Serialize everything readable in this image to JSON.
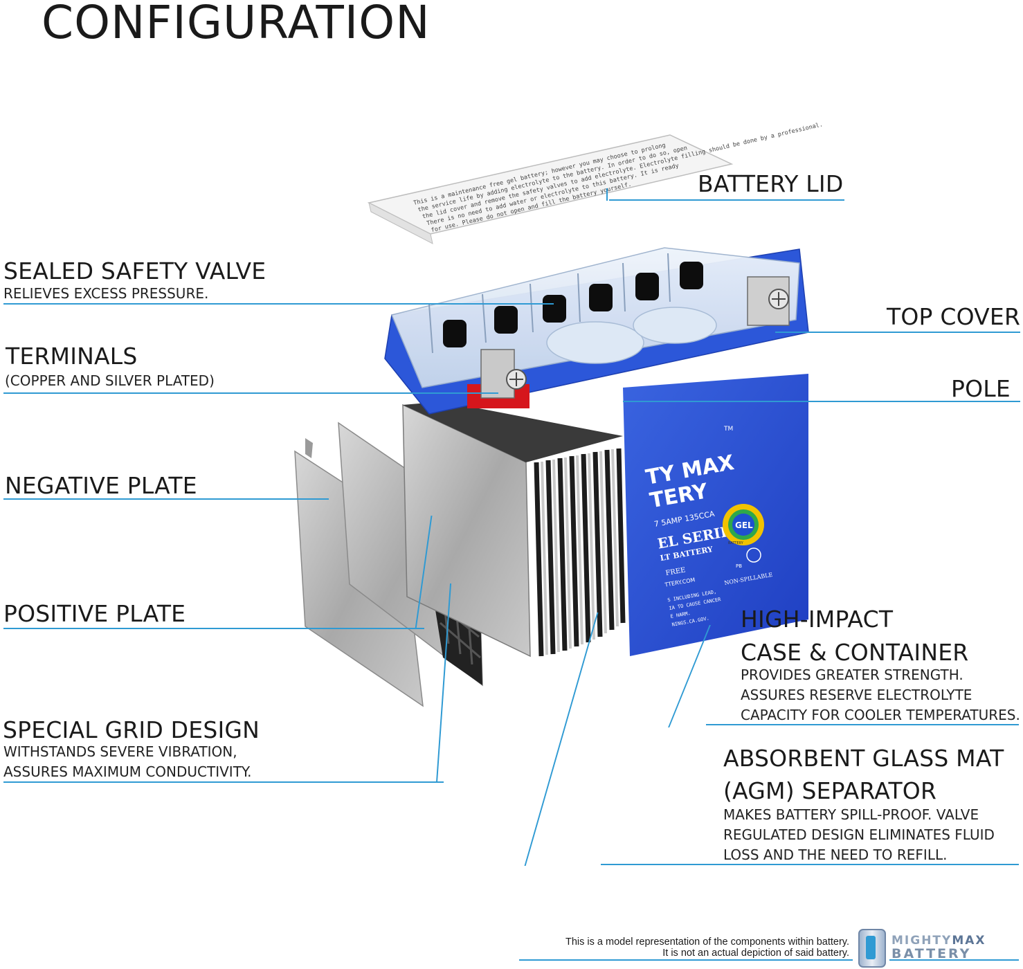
{
  "title": "CONFIGURATION",
  "lid_text": [
    "This is a maintenance free gel battery; however you may choose to prolong",
    "the service life by adding electrolyte to the battery. In order to do so, open",
    "the lid cover and remove the safety valves to add electrolyte. Electrolyte filling should be done by a professional.",
    "There is no need to add water or electrolyte to this battery. It is ready",
    "for use. Please do not open and fill the battery yourself."
  ],
  "labels": {
    "battery_lid": "BATTERY LID",
    "sealed_valve": "SEALED SAFETY VALVE",
    "sealed_valve_sub": "RELIEVES EXCESS PRESSURE.",
    "top_cover": "TOP COVER",
    "terminals": "TERMINALS",
    "terminals_sub": "(COPPER AND SILVER PLATED)",
    "pole": "POLE",
    "negative_plate": "NEGATIVE PLATE",
    "positive_plate": "POSITIVE PLATE",
    "special_grid": "SPECIAL GRID DESIGN",
    "special_grid_sub1": "WITHSTANDS SEVERE VIBRATION,",
    "special_grid_sub2": "ASSURES MAXIMUM CONDUCTIVITY.",
    "case_1": "HIGH-IMPACT",
    "case_2": "CASE & CONTAINER",
    "case_sub1": "PROVIDES GREATER STRENGTH.",
    "case_sub2": "ASSURES RESERVE ELECTROLYTE",
    "case_sub3": "CAPACITY FOR COOLER TEMPERATURES.",
    "agm_1": "ABSORBENT GLASS MAT",
    "agm_2": "(AGM) SEPARATOR",
    "agm_sub1": "MAKES BATTERY SPILL-PROOF. VALVE",
    "agm_sub2": "REGULATED DESIGN ELIMINATES FLUID",
    "agm_sub3": "LOSS AND THE NEED TO REFILL."
  },
  "battery_print": {
    "brand_1": "TY MAX",
    "brand_2": "TERY",
    "spec": "7 5AMP 135CCA",
    "series": "EL SERIES",
    "type": "LT BATTERY",
    "free": "FREE",
    "site": "TTERY.COM",
    "warn": [
      "S INCLUDING LEAD,",
      "IA TO CAUSE CANCER",
      "E HARM.",
      "NINGS.CA.GOV."
    ],
    "gel_badge": "GEL",
    "gel_ring": "BATTERY",
    "pb": "PB",
    "non_spillable": "NON-SPILLABLE",
    "tm": "TM"
  },
  "footer": {
    "line1": "This is a model representation of the components within battery.",
    "line2": "It is not an actual depiction of said battery.",
    "logo_1a": "MIGHTY",
    "logo_1b": "MAX",
    "logo_2": "BATTERY"
  },
  "colors": {
    "accent": "#2f9ad3",
    "case_blue": "#2f55d4",
    "plate_grey": "#b9b9b9"
  }
}
